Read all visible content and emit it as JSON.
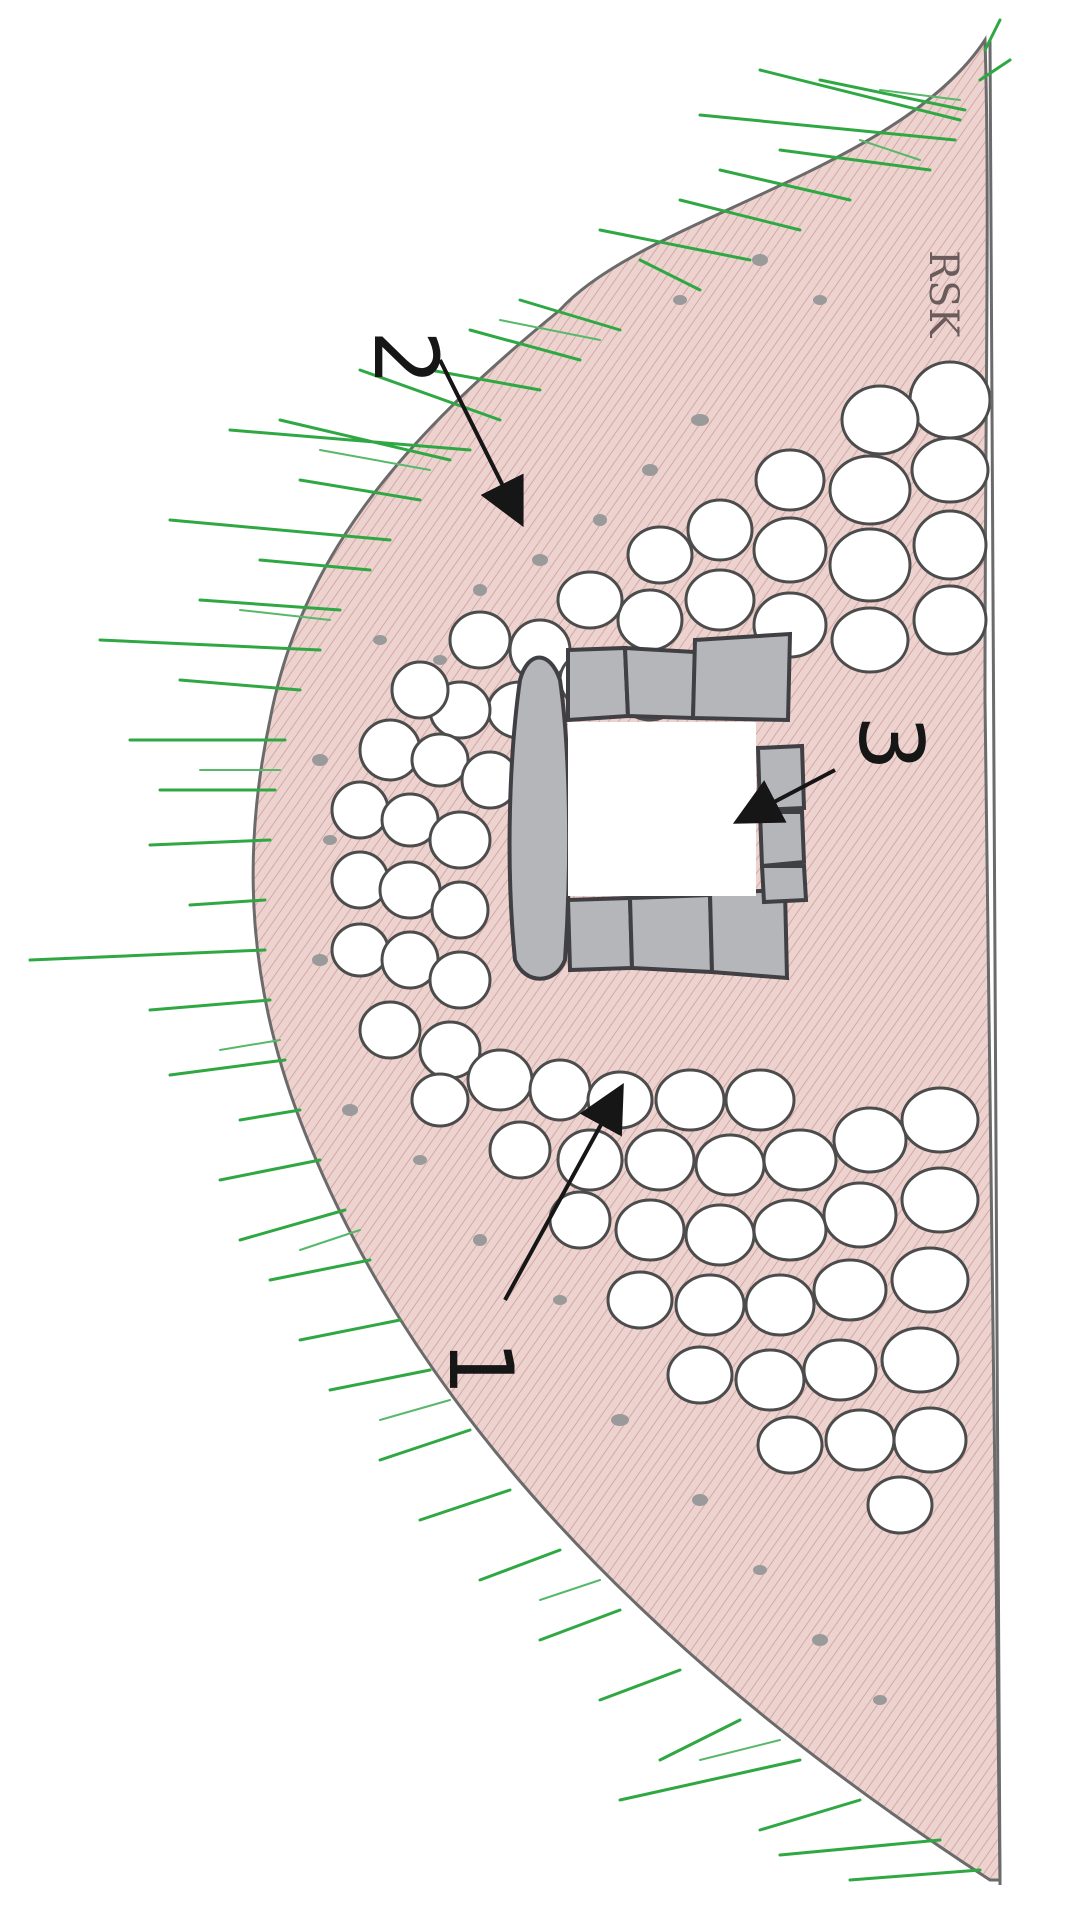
{
  "labels": {
    "one": "1",
    "two": "2",
    "three": "3"
  },
  "signature": "RSK",
  "colors": {
    "earth": "#e8c9c6",
    "earth_hatch": "#d59c97",
    "grass": "#2fa843",
    "stone_outline": "#4c4c4c",
    "slab": "#b5b6ba",
    "pebble": "#9a9a9a",
    "ink": "#161616"
  }
}
